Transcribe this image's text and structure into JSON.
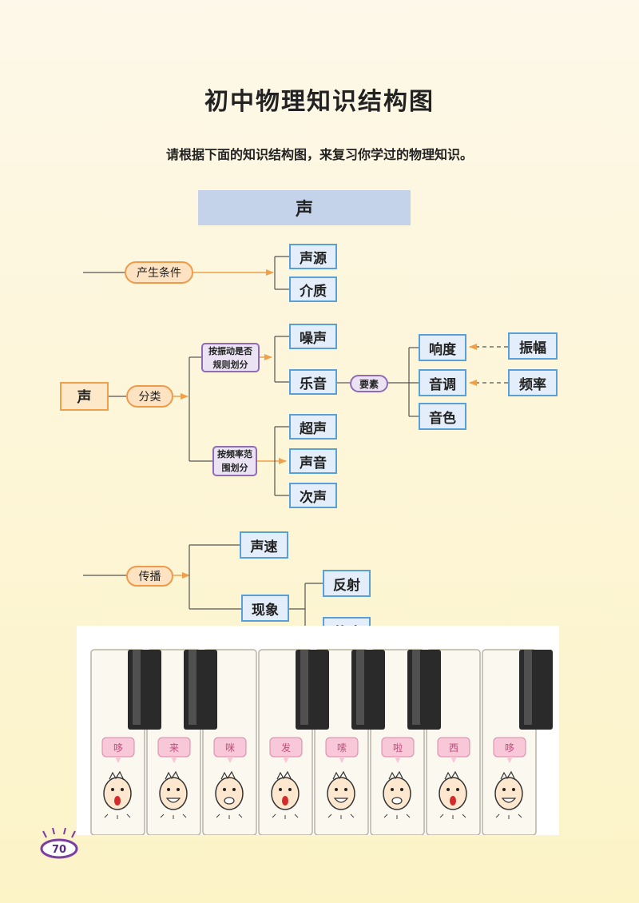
{
  "page": {
    "title": "初中物理知识结构图",
    "subtitle": "请根据下面的知识结构图，来复习你学过的物理知识。",
    "page_number": "70"
  },
  "diagram": {
    "banner": "声",
    "root": "声",
    "production": {
      "label": "产生条件",
      "items": [
        "声源",
        "介质"
      ]
    },
    "classification": {
      "label": "分类",
      "by_vibration": {
        "label_line1": "按振动是否",
        "label_line2": "规则划分",
        "items": [
          "噪声",
          "乐音"
        ]
      },
      "elements": {
        "label": "要素",
        "items": [
          "响度",
          "音调",
          "音色"
        ],
        "causes": [
          "振幅",
          "频率"
        ]
      },
      "by_frequency": {
        "label_line1": "按频率范",
        "label_line2": "围划分",
        "items": [
          "超声",
          "声音",
          "次声"
        ]
      }
    },
    "propagation": {
      "label": "传播",
      "items": [
        "声速",
        "现象"
      ],
      "phenomena": [
        "反射",
        "共鸣"
      ]
    }
  },
  "piano": {
    "notes": [
      "哆",
      "来",
      "咪",
      "发",
      "嗦",
      "啦",
      "西",
      "哆"
    ],
    "colors": {
      "bubble": "#f8c7d8",
      "white_key": "#fbf9ef",
      "black_key": "#2a2a2a"
    }
  },
  "colors": {
    "box_border": "#5aa0d8",
    "box_fill": "#e4eefb",
    "arrow": "#f0a04b",
    "purple": "#8e6bb4",
    "banner": "#c5d3ea"
  }
}
